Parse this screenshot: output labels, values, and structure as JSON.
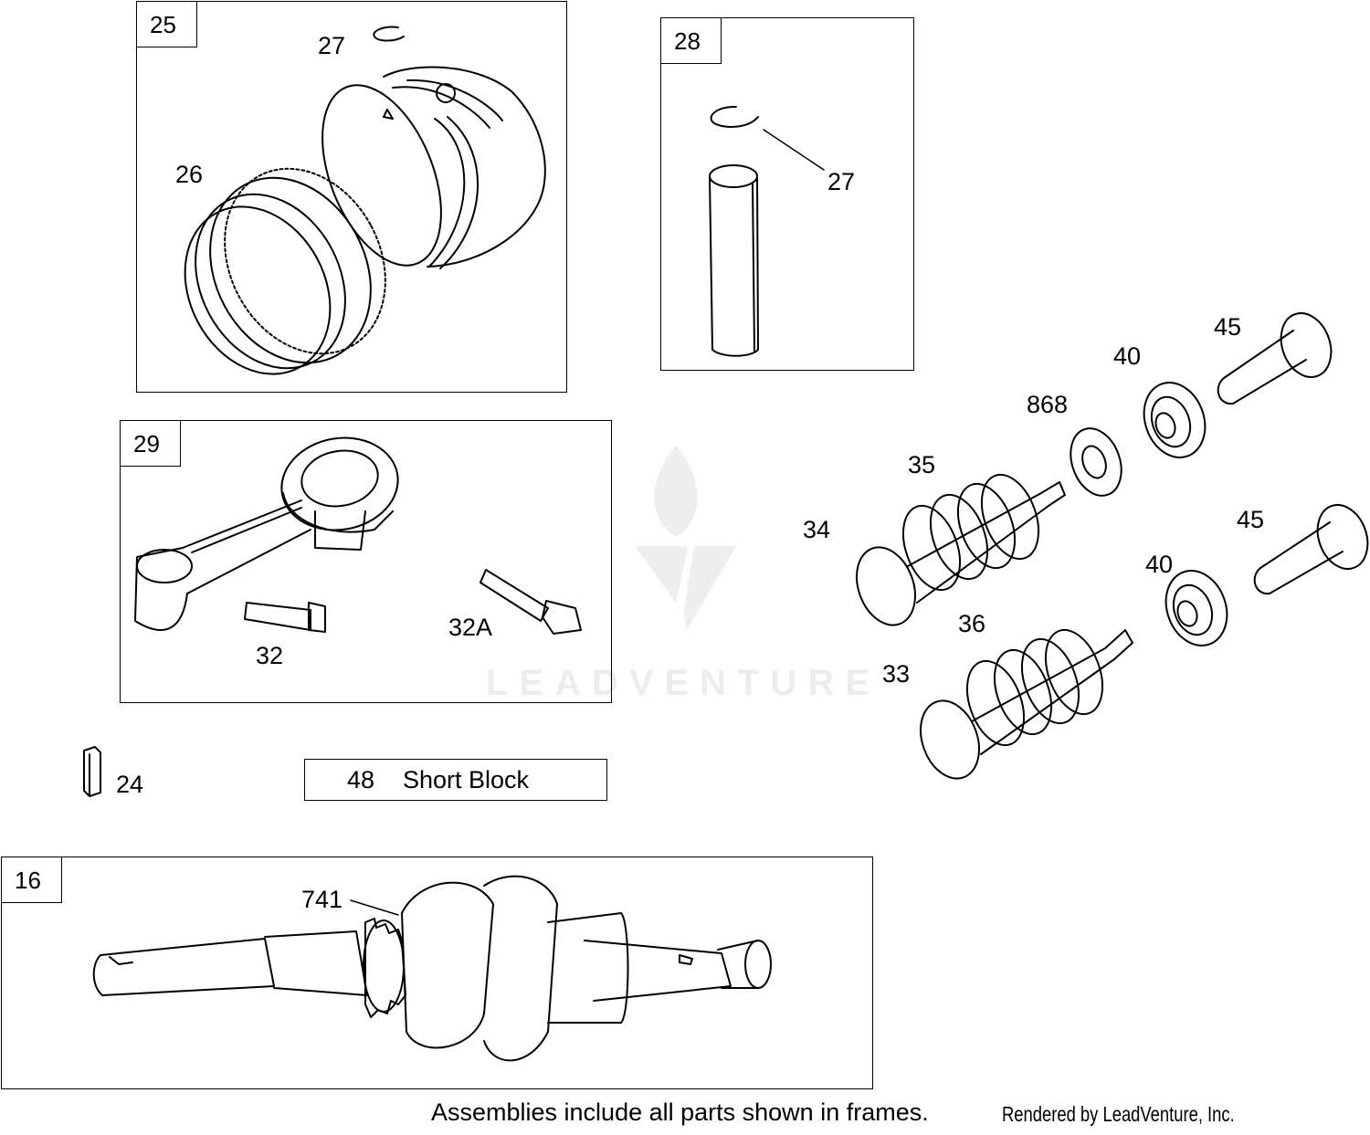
{
  "frames": {
    "piston": {
      "tag": "25",
      "callouts": {
        "ring_set": "26",
        "retainer": "27"
      }
    },
    "piston_pin": {
      "tag": "28",
      "callouts": {
        "retainer": "27"
      }
    },
    "connecting_rod": {
      "tag": "29",
      "callouts": {
        "rod_screw": "32",
        "rod_screw_alt": "32A"
      }
    },
    "crankshaft": {
      "tag": "16",
      "callouts": {
        "timing_gear": "741"
      }
    }
  },
  "loose_parts": {
    "key": "24",
    "valve_intake": "34",
    "valve_exhaust": "33",
    "spring_intake": "35",
    "spring_exhaust": "36",
    "seal": "868",
    "retainer_upper": "40",
    "retainer_lower": "40",
    "tappet_upper": "45",
    "tappet_lower": "45"
  },
  "short_block": {
    "number": "48",
    "label": "Short Block"
  },
  "footer": {
    "note": "Assemblies include all parts shown in frames.",
    "credit": "Rendered by LeadVenture, Inc."
  },
  "watermark": {
    "text": "LEADVENTURE"
  }
}
